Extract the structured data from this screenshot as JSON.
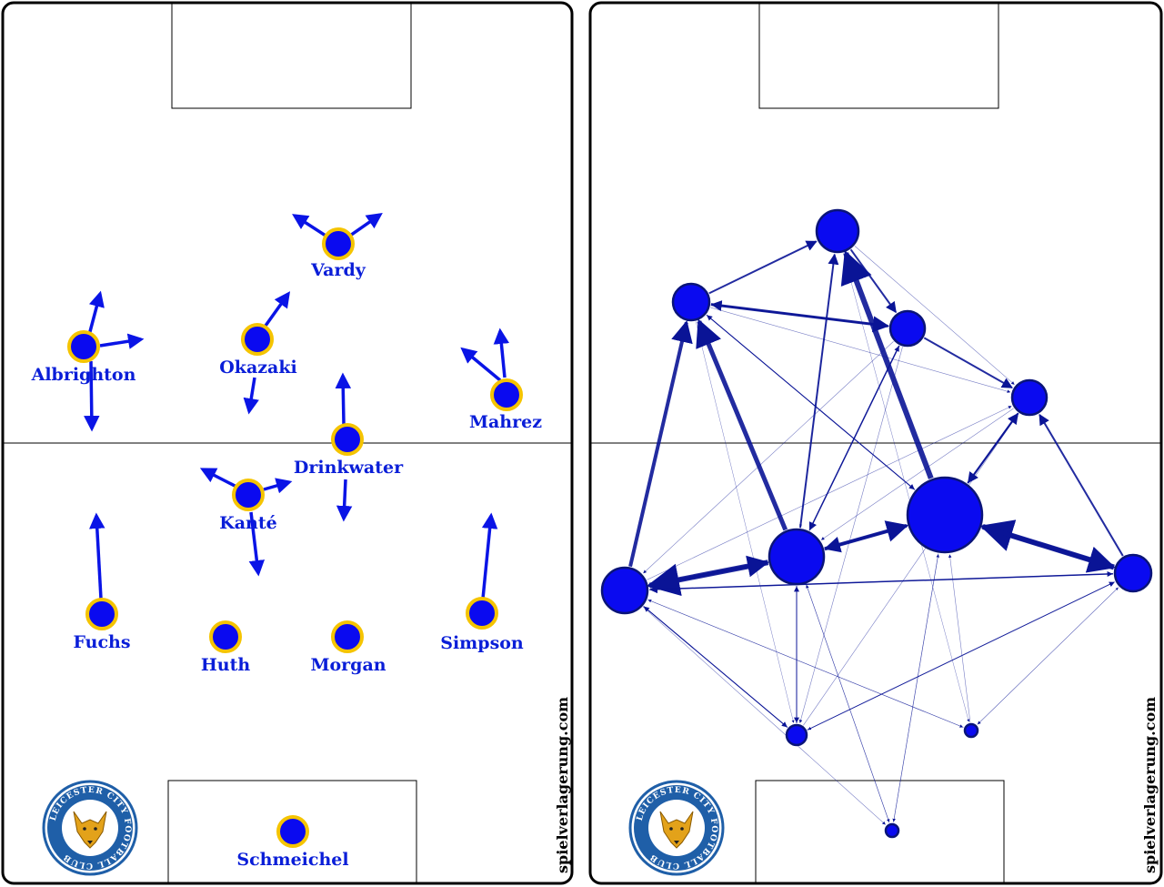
{
  "formation_panel": {
    "players": [
      {
        "id": "vardy",
        "name": "Vardy"
      },
      {
        "id": "albrighton",
        "name": "Albrighton"
      },
      {
        "id": "okazaki",
        "name": "Okazaki"
      },
      {
        "id": "mahrez",
        "name": "Mahrez"
      },
      {
        "id": "drinkwater",
        "name": "Drinkwater"
      },
      {
        "id": "kante",
        "name": "Kanté"
      },
      {
        "id": "fuchs",
        "name": "Fuchs"
      },
      {
        "id": "huth",
        "name": "Huth"
      },
      {
        "id": "morgan",
        "name": "Morgan"
      },
      {
        "id": "simpson",
        "name": "Simpson"
      },
      {
        "id": "schmeichel",
        "name": "Schmeichel"
      }
    ],
    "watermark": "spielverlagerung.com",
    "crest_text": "LEICESTER CITY FOOTBALL CLUB"
  },
  "network_panel": {
    "watermark": "spielverlagerung.com",
    "crest_text": "LEICESTER CITY FOOTBALL CLUB"
  },
  "colors": {
    "player_fill": "#0a0af0",
    "player_ring": "#f5c400",
    "arrow": "#0a14e6",
    "label": "#0a1ed8",
    "network_node": "#0a0af0",
    "network_edge": "#0a1496",
    "pitch_line": "#000000",
    "crest_blue": "#1f5fa8",
    "crest_fox": "#e3a21a"
  }
}
